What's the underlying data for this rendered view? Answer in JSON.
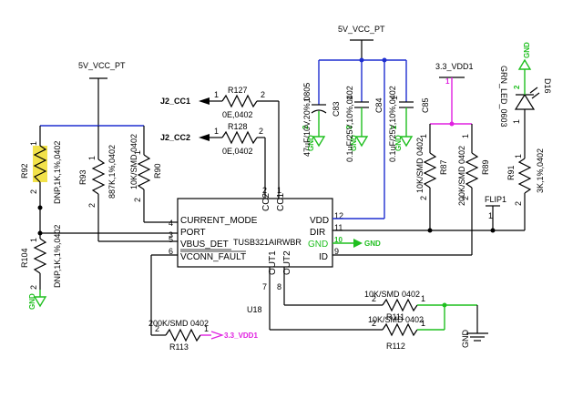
{
  "nets": {
    "vcc_left": "5V_VCC_PT",
    "vcc_top": "5V_VCC_PT",
    "vdd_33": "3.3_VDD1",
    "vdd_33_out": "3.3_VDD1",
    "cc1": "J2_CC1",
    "cc2": "J2_CC2",
    "flip": "FLIP1",
    "gnd": "GND"
  },
  "ic": {
    "ref": "U18",
    "part": "TUSB321AIRWBR",
    "pins_left": [
      {
        "num": "4",
        "name": "CURRENT_MODE"
      },
      {
        "num": "3",
        "name": "PORT"
      },
      {
        "num": "5",
        "name": "VBUS_DET"
      },
      {
        "num": "6",
        "name": "VCONN_FAULT"
      }
    ],
    "pins_right": [
      {
        "num": "12",
        "name": "VDD"
      },
      {
        "num": "11",
        "name": "DIR"
      },
      {
        "num": "10",
        "name": "GND"
      },
      {
        "num": "9",
        "name": "ID"
      }
    ],
    "pins_top": [
      {
        "num": "2",
        "name": "CC2"
      },
      {
        "num": "1",
        "name": "CC1"
      }
    ],
    "pins_bottom": [
      {
        "num": "7",
        "name": "OUT1"
      },
      {
        "num": "8",
        "name": "OUT2"
      }
    ]
  },
  "components": {
    "r127": {
      "ref": "R127",
      "value": "0E,0402"
    },
    "r128": {
      "ref": "R128",
      "value": "0E,0402"
    },
    "r92": {
      "ref": "R92",
      "value": "DNP,1K,1%,0402"
    },
    "r93": {
      "ref": "R93",
      "value": "887K,1%,0402"
    },
    "r90": {
      "ref": "R90",
      "value": "10K/SMD 0402"
    },
    "r104": {
      "ref": "R104",
      "value": "DNP,1K,1%,0402"
    },
    "r113": {
      "ref": "R113",
      "value": "200K/SMD 0402"
    },
    "c83": {
      "ref": "C83",
      "value": "47uF/10V,20%,0805"
    },
    "c84": {
      "ref": "C84",
      "value": "0.1uF/25V,10%,0402"
    },
    "c85": {
      "ref": "C85",
      "value": "0.1uF/25V,10%,0402"
    },
    "r87": {
      "ref": "R87",
      "value": "10K/SMD 0402"
    },
    "r89": {
      "ref": "R89",
      "value": "200K/SMD 0402"
    },
    "r91": {
      "ref": "R91",
      "value": "3K,1%,0402"
    },
    "d16": {
      "ref": "D16",
      "value": "GRN_LED_0603"
    },
    "r111": {
      "ref": "R111",
      "value": "10K/SMD 0402"
    },
    "r112": {
      "ref": "R112",
      "value": "10K/SMD 0402"
    }
  },
  "pin_numbers": {
    "one": "1",
    "two": "2"
  },
  "colors": {
    "wire": "#000000",
    "power_rail": "#1f2fd0",
    "ground": "#1fbf1f",
    "vdd_33": "#e020e0",
    "highlight": "#f2e24a"
  }
}
